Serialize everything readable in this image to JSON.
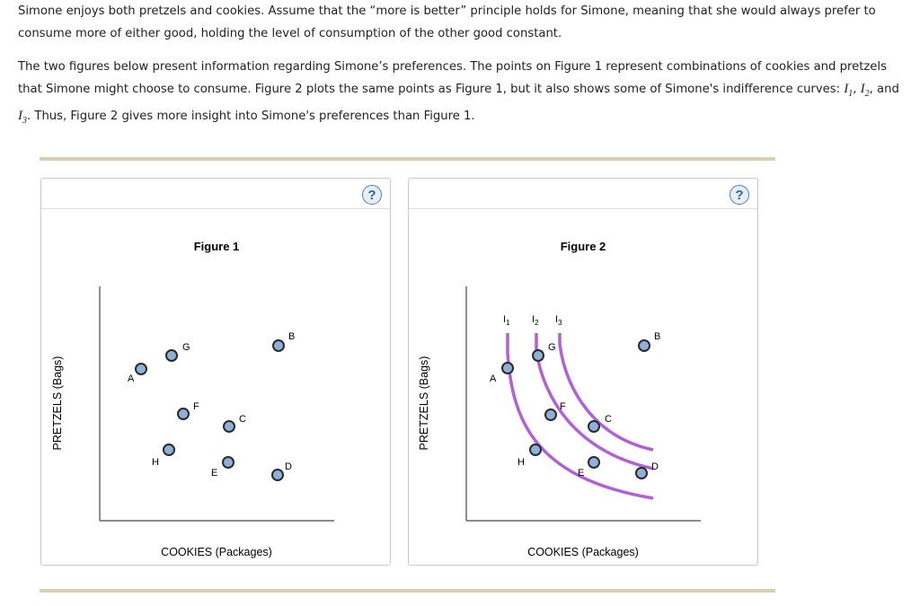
{
  "intro": {
    "paragraph1": "Simone enjoys both pretzels and cookies. Assume that the “more is better” principle holds for Simone, meaning that she would always prefer to consume more of either good, holding the level of consumption of the other good constant.",
    "paragraph2_before": "The two figures below present information regarding Simone’s preferences. The points on Figure 1 represent combinations of cookies and pretzels that Simone might choose to consume. Figure 2 plots the same points as Figure 1, but it also shows some of Simone's indifference curves: ",
    "ic_symbol": "I",
    "ic1_sub": "1",
    "ic2_sub": "2",
    "ic3_sub": "3",
    "sep1": ", ",
    "sep2": ", and ",
    "paragraph2_after": ". Thus, Figure 2 gives more insight into Simone's preferences than Figure 1."
  },
  "help_label": "?",
  "figure1": {
    "title": "Figure 1",
    "xlabel": "COOKIES (Packages)",
    "ylabel": "PRETZELS (Bags)"
  },
  "figure2": {
    "title": "Figure 2",
    "xlabel": "COOKIES (Packages)",
    "ylabel": "PRETZELS (Bags)",
    "curve_labels": [
      "I1",
      "I2",
      "I3"
    ]
  },
  "colors": {
    "point_fill": "#8fb0d8",
    "point_stroke": "#2a2a2a",
    "curve": "#b060d8",
    "rule": "#d8d0b0",
    "help": "#2f62a6"
  }
}
